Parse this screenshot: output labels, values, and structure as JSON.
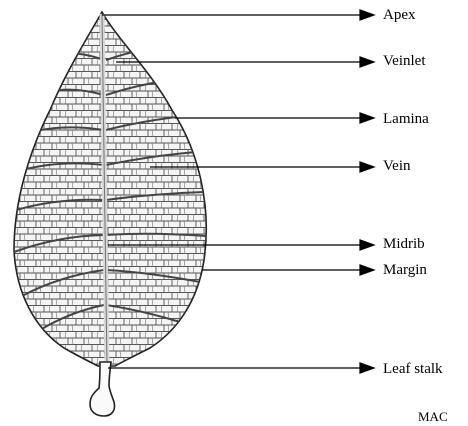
{
  "labels": {
    "apex": "Apex",
    "veinlet": "Veinlet",
    "lamina": "Lamina",
    "vein": "Vein",
    "midrib": "Midrib",
    "margin": "Margin",
    "leaf_stalk": "Leaf stalk",
    "credit": "MAC"
  },
  "colors": {
    "ink": "#000000",
    "leaf_texture": "#3a3a3a",
    "background": "#ffffff"
  }
}
